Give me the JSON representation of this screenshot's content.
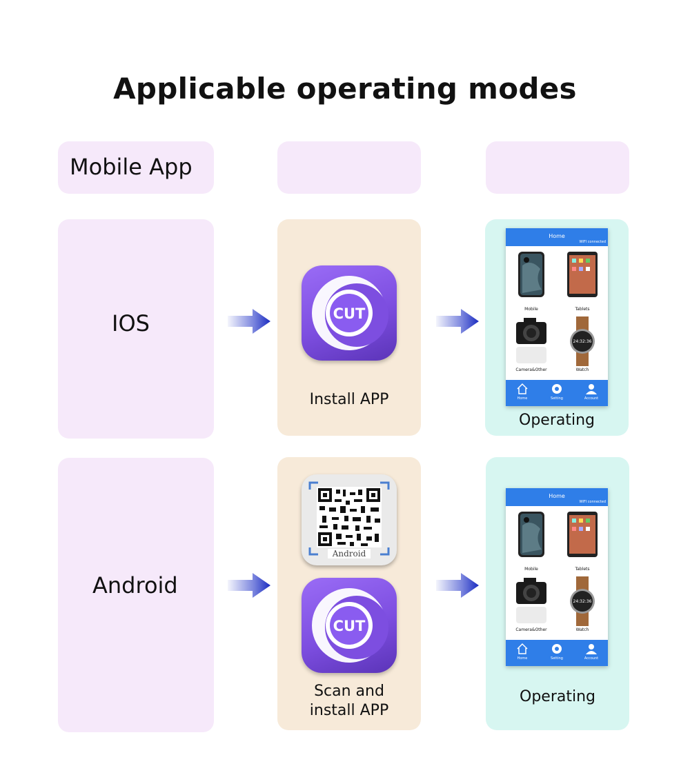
{
  "title": "Applicable operating modes",
  "header_row": {
    "mode_label": "Mobile App"
  },
  "rows": [
    {
      "platform": "IOS",
      "step_label": "Install APP",
      "result_label": "Operating"
    },
    {
      "platform": "Android",
      "step_label_line1": "Scan and",
      "step_label_line2": "install APP",
      "result_label": "Operating",
      "qr_caption": "Android"
    }
  ],
  "app_icon": {
    "text": "CUT",
    "icon": "cut-app-icon"
  },
  "phone_screen": {
    "header_title": "Home",
    "wifi_status": "WIFI connected",
    "tiles": [
      "Mobile",
      "Tablets",
      "Camera&Other",
      "Watch"
    ],
    "watch_time": "24:32:36",
    "nav": [
      "Home",
      "Setting",
      "Account"
    ]
  },
  "colors": {
    "pink": "#f6e9fa",
    "peach": "#f7ead9",
    "mint": "#d7f6f1",
    "arrow": "#2436c8",
    "app_purple": "#7d4ee0",
    "phone_blue": "#2f7ee8"
  }
}
